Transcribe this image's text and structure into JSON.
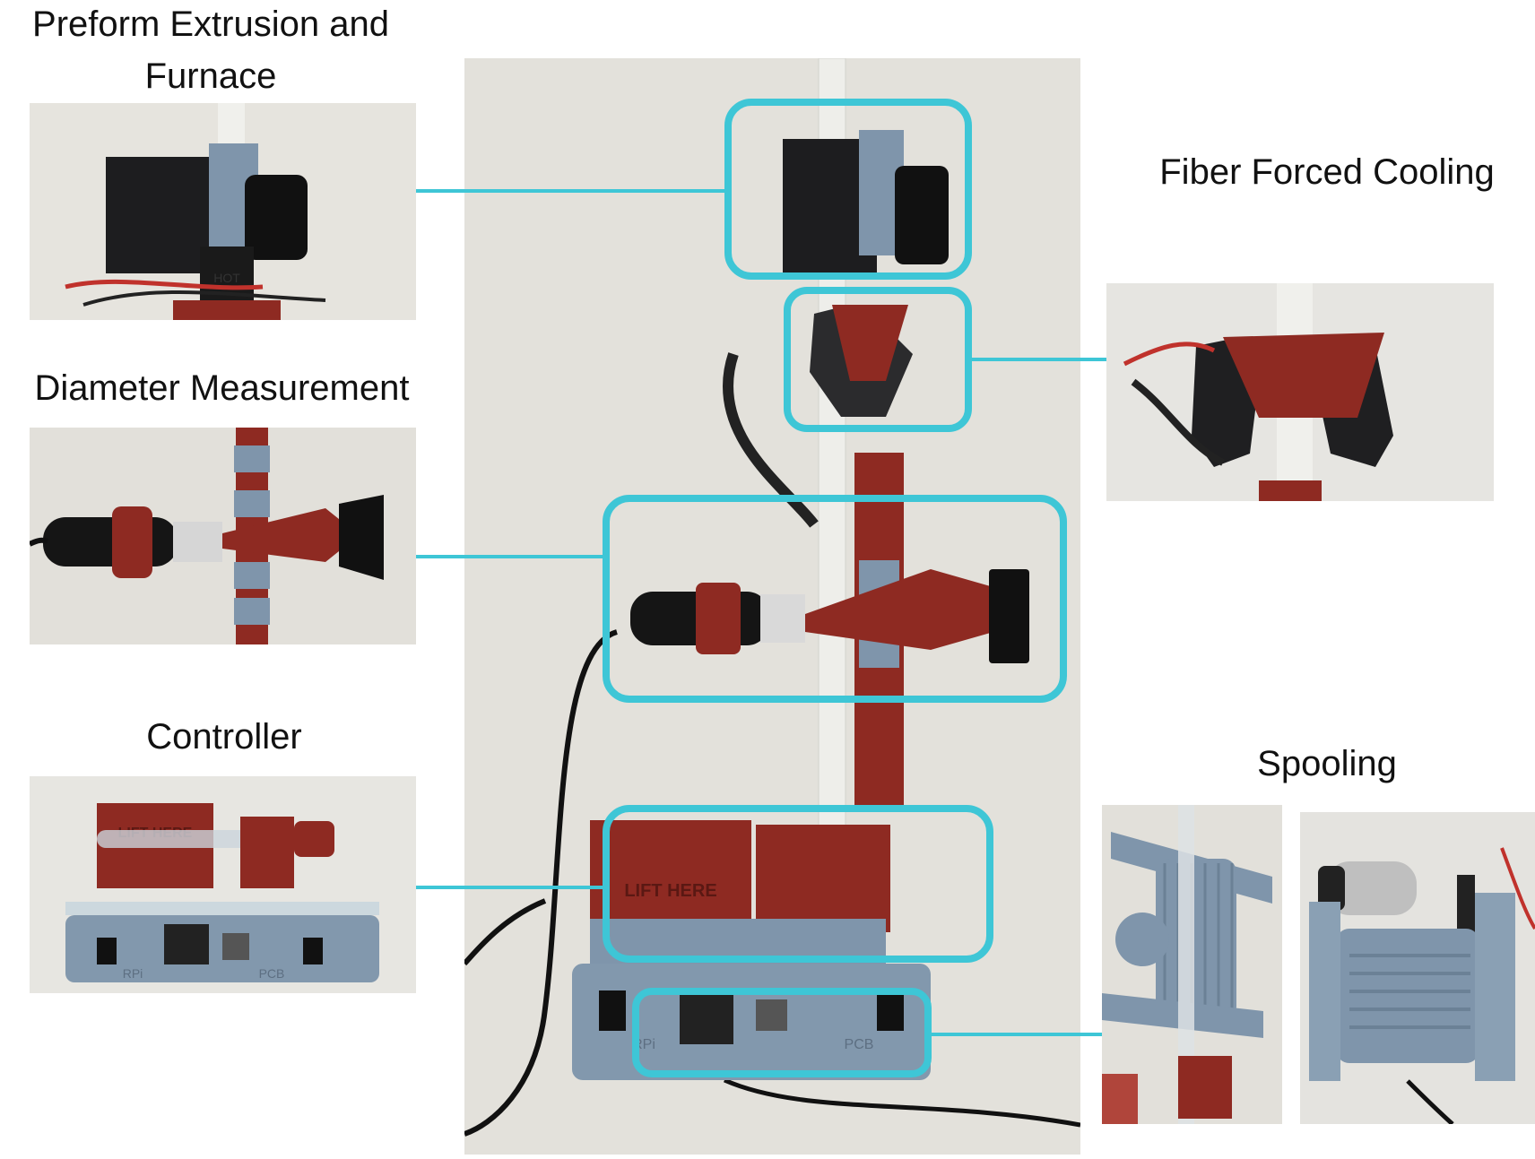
{
  "labels": {
    "preform": "Preform Extrusion and\nFurnace",
    "cooling": "Fiber Forced Cooling",
    "diameter": "Diameter Measurement",
    "controller": "Controller",
    "spooling": "Spooling"
  },
  "photo_text": {
    "lift_here": "LIFT HERE",
    "rpi": "RPi",
    "pcb": "PCB",
    "hot": "HOT"
  },
  "colors": {
    "accent": "#3ec6d6",
    "printed_red": "#8e2a22",
    "printed_grey": "#7f95ab",
    "motor_black": "#1d1d1f",
    "wall": "#e4e2dc"
  }
}
